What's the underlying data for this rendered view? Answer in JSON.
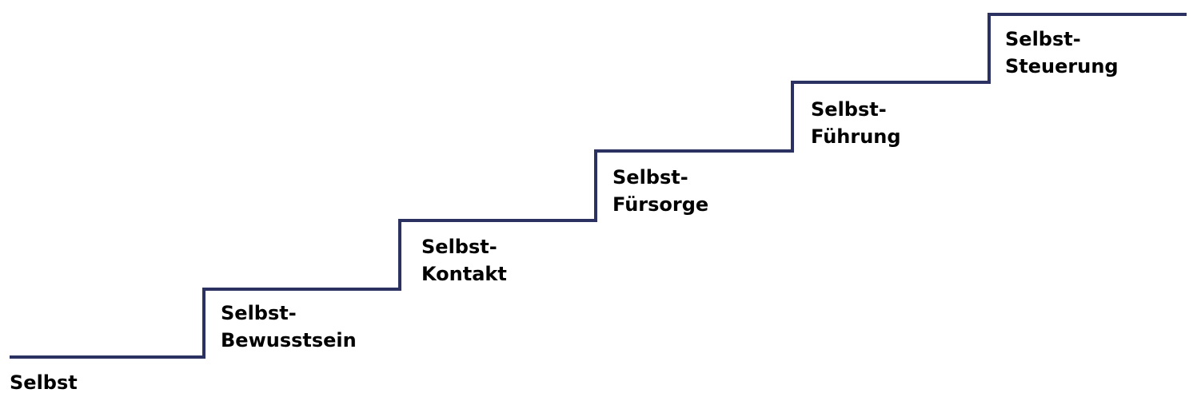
{
  "staircase": {
    "line_color": "#2b3262",
    "text_color": "#000000",
    "steps": [
      {
        "lines": [
          "Selbst"
        ]
      },
      {
        "lines": [
          "Selbst-",
          "Bewusstsein"
        ]
      },
      {
        "lines": [
          "Selbst-",
          "Kontakt"
        ]
      },
      {
        "lines": [
          "Selbst-",
          "Fürsorge"
        ]
      },
      {
        "lines": [
          "Selbst-",
          "Führung"
        ]
      },
      {
        "lines": [
          "Selbst-",
          "Steuerung"
        ]
      }
    ]
  }
}
